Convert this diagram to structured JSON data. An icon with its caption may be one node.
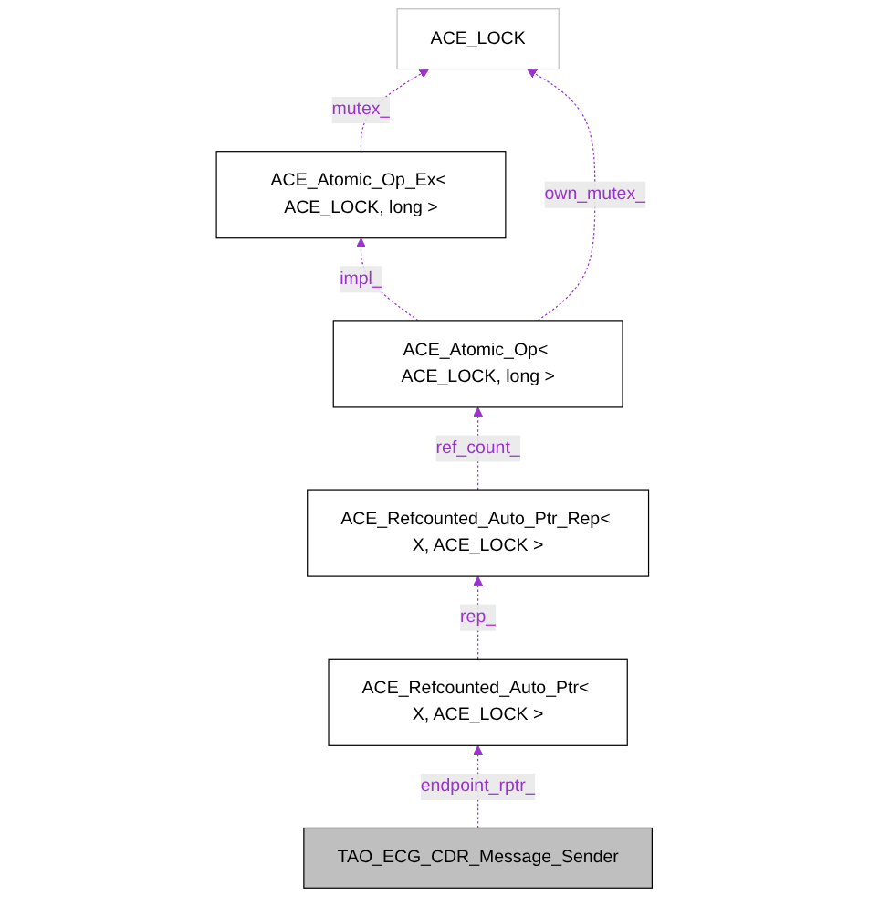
{
  "diagram": {
    "nodes": [
      {
        "text": [
          "ACE_LOCK"
        ]
      },
      {
        "text": [
          "ACE_Atomic_Op_Ex< ACE_LOCK, long >"
        ]
      },
      {
        "text": [
          "ACE_Atomic_Op< ACE_LOCK, long >"
        ]
      },
      {
        "text": [
          "ACE_Refcounted_Auto_Ptr_Rep< X, ACE_LOCK >"
        ]
      },
      {
        "text": [
          "ACE_Refcounted_Auto_Ptr< X, ACE_LOCK >"
        ]
      },
      {
        "text": [
          "TAO_ECG_CDR_Message_Sender"
        ]
      }
    ],
    "edges": [
      {
        "from": 1,
        "to": 0,
        "arrow": "to",
        "label": "mutex_",
        "style": "dashed"
      },
      {
        "from": 2,
        "to": 0,
        "arrow": "to",
        "label": "own_mutex_",
        "style": "dashed"
      },
      {
        "from": 2,
        "to": 1,
        "arrow": "to",
        "label": "impl_",
        "style": "dashed"
      },
      {
        "from": 3,
        "to": 2,
        "arrow": "to",
        "label": "ref_count_",
        "style": "dashed"
      },
      {
        "from": 4,
        "to": 3,
        "arrow": "to",
        "label": "rep_",
        "style": "dashed"
      },
      {
        "from": 5,
        "to": 4,
        "arrow": "to",
        "label": "endpoint_rptr_",
        "style": "dashed"
      }
    ]
  }
}
